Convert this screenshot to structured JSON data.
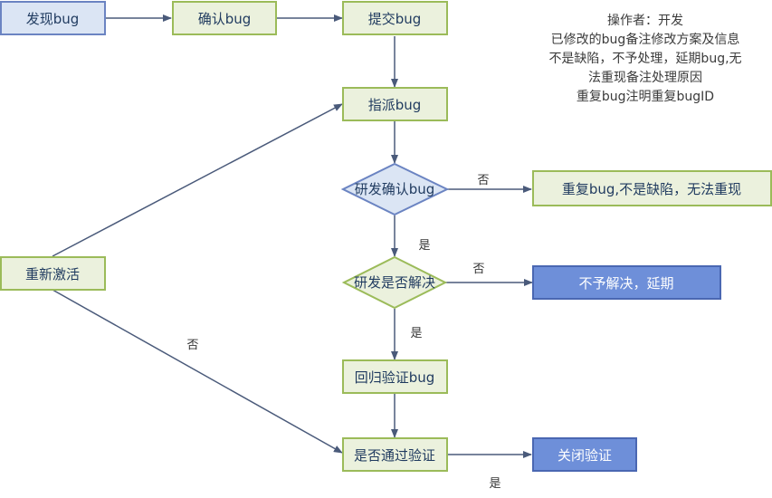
{
  "colors": {
    "blue_light": "#dbe5f4",
    "blue_border": "#6b84c2",
    "green_light": "#ebf1dd",
    "green_border": "#9bbb59",
    "blue_dark": "#6e8fd9",
    "blue_dark_border": "#4a67b2",
    "arrow": "#4a5a7a",
    "node_text": "#1f3a5f",
    "node_text_light": "#ffffff"
  },
  "nodes": {
    "discover": "发现bug",
    "confirm": "确认bug",
    "submit": "提交bug",
    "assign": "指派bug",
    "dev_confirm": "研发确认bug",
    "duplicate": "重复bug,不是缺陷，无法重现",
    "dev_resolve": "研发是否解决",
    "not_resolve": "不予解决，延期",
    "regression": "回归验证bug",
    "pass": "是否通过验证",
    "close": "关闭验证",
    "reactivate": "重新激活"
  },
  "edge_labels": {
    "no_1": "否",
    "yes_1": "是",
    "no_2": "否",
    "yes_2": "是",
    "no_3": "否",
    "yes_3": "是"
  },
  "note": {
    "line1": "操作者：开发",
    "line2": "已修改的bug备注修改方案及信息",
    "line3": "不是缺陷，不予处理，延期bug,无",
    "line4": "法重现备注处理原因",
    "line5": "重复bug注明重复bugID"
  }
}
